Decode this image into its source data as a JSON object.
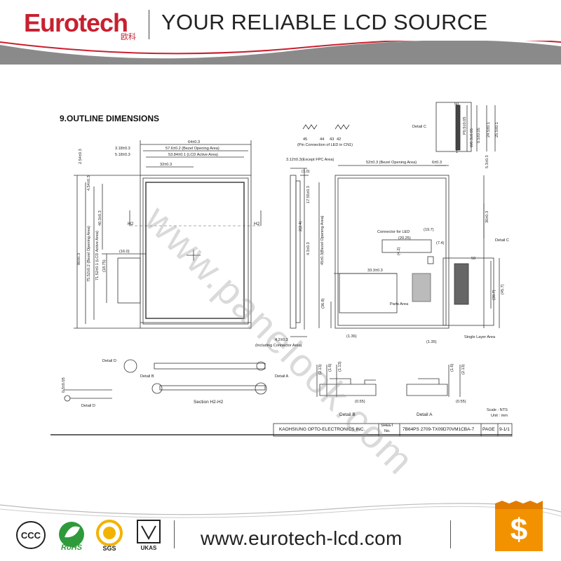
{
  "header": {
    "logo_text": "Eurotech",
    "logo_chinese": "欧科",
    "slogan": "YOUR RELIABLE LCD SOURCE"
  },
  "drawing": {
    "section_title": "9.OUTLINE    DIMENSIONS",
    "watermark": "www.panelook.com",
    "labels": {
      "w64": "64±0.3",
      "w576": "57.6±0.2  (Bezel Opening Area)",
      "w538": "53.84±0.1  (LCD Active Area)",
      "w318": "3.18±0.3",
      "w518": "5.18±0.3",
      "w32": "32±0.3",
      "h254": "2.54±0.3",
      "h454": "4.54±0.3",
      "h403": "40.3±0.3",
      "h80": "80±0.3",
      "h752": "75.52±0.2  (Bezel Opening Area)",
      "h715": "71.52±0.1  (LCD Active Area)",
      "h1875": "(18.75)",
      "h16": "(16.0)",
      "h2l": "H2",
      "h2r": "H2",
      "pin_note": "(Pin Connection of LED in CN1)",
      "pin45": "45",
      "pin44": "44",
      "pin43": "43",
      "pin42": "42",
      "t312": "3.12±0.3(Except FPC Area)",
      "t10": "(1.0)",
      "t175": "17.55±0.3",
      "t24": "2(2.4)",
      "t43": "4.3±0.3",
      "t45": "45±0.3(Bezel Opening Area)",
      "t42": "4.2±0.3",
      "t42b": "(Including Connector Area)",
      "r52": "52±0.3 (Bezel Opening Area)",
      "r6": "6±0.3",
      "r53": "5.3±0.3",
      "r30": "30±0.3",
      "r197": "(19.7)",
      "r2025": "(20.25)",
      "r74": "(7.4)",
      "r42": "(4.2)",
      "r333": "33.3±0.3",
      "r368": "(36.8)",
      "r136": "(1.36)",
      "r135": "(1.35)",
      "r457": "(45.7)",
      "r397": "(39.7)",
      "conn_led": "Connector for LED",
      "parts_area": "Parts Area",
      "single_layer": "Single Layer Area",
      "detail_c_top": "Detail C",
      "detail_c_side": "Detail C",
      "c50a": "50",
      "c50b": "50",
      "c1": "1",
      "cP": "P0.5±0.05",
      "cW": "W0.3±0.05",
      "cS": "0.5±0.05",
      "c245": "24.5±0.1",
      "c255": "25.5±0.1",
      "detail_d": "Detail D",
      "detail_d2": "Detail D",
      "detail_b": "Detail B",
      "detail_b2": "Detail B",
      "detail_a": "Detail A",
      "detail_a2": "Detail A",
      "section": "Section H2-H2",
      "d032": "0.3±0.05",
      "b213": "(2.13)",
      "b113": "(1.13)",
      "b16": "(1.6)",
      "b055": "(0.55)",
      "a213": "(2.13)",
      "a16": "(1.6)",
      "a055": "(0.55)",
      "scale": "Scale : NTS",
      "unit": "Unit : mm"
    },
    "title_block": {
      "company": "KAOHSIUNG  OPTO-ELECTRONICS  INC.",
      "sheet_label": "SHEET",
      "no_label": "No.",
      "doc_no": "7B64PS  2709-TX09D70VM1CBA-7",
      "page_label": "PAGE",
      "page_value": "9-1/1"
    }
  },
  "footer": {
    "url": "www.eurotech-lcd.com",
    "cert_ce": "CCC",
    "cert_rohs": "RoHS",
    "cert_sgs": "SGS",
    "cert_ukas": "UKAS"
  },
  "colors": {
    "brand_red": "#c8202f",
    "banner_gray": "#8a8a8a",
    "dollar_orange": "#f39200"
  }
}
